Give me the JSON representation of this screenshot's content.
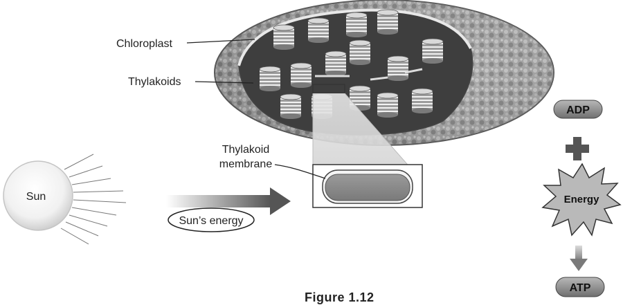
{
  "labels": {
    "chloroplast": "Chloroplast",
    "thylakoids": "Thylakoids",
    "thylakoid_membrane_line1": "Thylakoid",
    "thylakoid_membrane_line2": "membrane",
    "sun": "Sun",
    "suns_energy": "Sun’s energy",
    "adp": "ADP",
    "energy": "Energy",
    "atp": "ATP"
  },
  "caption": "Figure 1.12"
}
